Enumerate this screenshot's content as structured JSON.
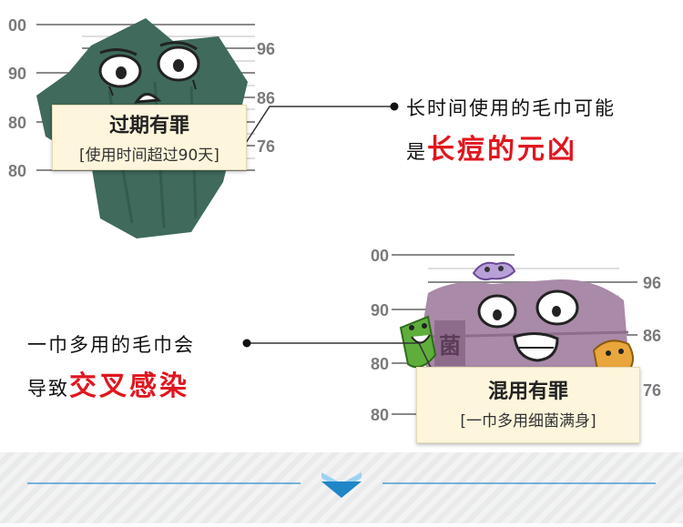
{
  "panel1": {
    "scale": [
      "00",
      "90",
      "80",
      "80"
    ],
    "scale_right": [
      "96",
      "86",
      "76"
    ],
    "title": "过期有罪",
    "subtitle": "[使用时间超过90天]",
    "callout_line1": "长时间使用的毛巾可能",
    "callout_line2_prefix": "是",
    "callout_line2_highlight": "长痘的元凶"
  },
  "panel2": {
    "scale": [
      "00",
      "90",
      "80",
      "80"
    ],
    "scale_right": [
      "96",
      "86",
      "76"
    ],
    "bag_text": "菌",
    "title": "混用有罪",
    "subtitle": "[一巾多用细菌满身]",
    "callout_line1": "一巾多用的毛巾会",
    "callout_line2_prefix": "导致",
    "callout_line2_highlight": "交叉感染"
  },
  "colors": {
    "towel_green": "#3f6a5c",
    "towel_purple": "#a98aa8",
    "highlight_red": "#e0161f",
    "card_bg": "#fdf6dc",
    "arrow_blue": "#1f86c8"
  },
  "icons": {
    "scroll_down": "chevron-down-icon"
  }
}
